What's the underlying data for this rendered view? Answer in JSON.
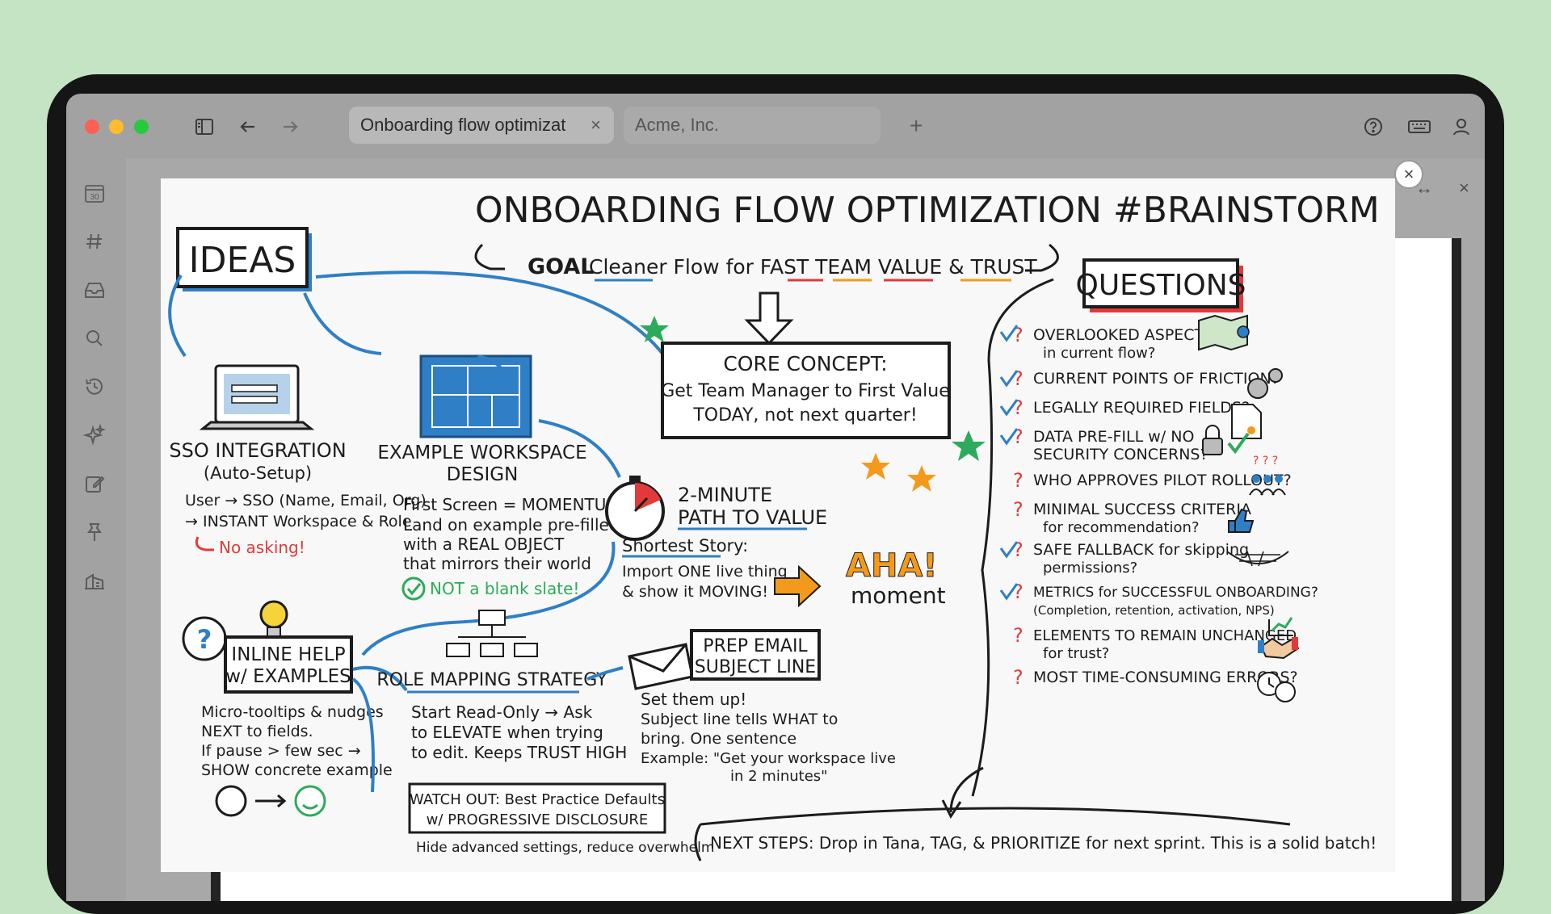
{
  "tabs": [
    {
      "label": "Onboarding flow optimizat",
      "active": true
    },
    {
      "label": "Acme, Inc.",
      "active": false
    }
  ],
  "board": {
    "title": "ONBOARDING FLOW OPTIMIZATION #BRAINSTORM",
    "goal": {
      "label": "GOAL",
      "text": "Cleaner Flow for FAST TEAM VALUE & TRUST"
    },
    "ideas_label": "IDEAS",
    "questions_label": "QUESTIONS",
    "core_concept": {
      "title": "CORE CONCEPT:",
      "line1": "Get Team Manager to First Value",
      "line2": "TODAY, not next quarter!"
    },
    "sso": {
      "title": "SSO INTEGRATION",
      "subtitle": "(Auto-Setup)",
      "line1": "User → SSO (Name, Email, Org)",
      "line2": "→ INSTANT Workspace & Role",
      "line3": "No asking!"
    },
    "workspace": {
      "title1": "EXAMPLE WORKSPACE",
      "title2": "DESIGN",
      "line1": "First Screen = MOMENTUM.",
      "line2": "Land on example pre-filled",
      "line3": "with a REAL OBJECT",
      "line4": "that mirrors their world",
      "line5": "NOT a blank slate!"
    },
    "two_minute": {
      "title1": "2-MINUTE",
      "title2": "PATH TO VALUE",
      "story": "Shortest Story:",
      "line1": "Import ONE live thing",
      "line2": "& show it MOVING!",
      "aha": "AHA!",
      "moment": "moment"
    },
    "inline_help": {
      "title1": "INLINE HELP",
      "title2": "w/ EXAMPLES",
      "line1": "Micro-tooltips & nudges",
      "line2": "NEXT to fields.",
      "line3": "If pause > few sec →",
      "line4": "SHOW concrete example"
    },
    "role_mapping": {
      "title": "ROLE MAPPING STRATEGY",
      "line1": "Start Read-Only → Ask",
      "line2": "to ELEVATE when trying",
      "line3": "to edit. Keeps TRUST HIGH"
    },
    "prep_email": {
      "title1": "PREP EMAIL",
      "title2": "SUBJECT LINE",
      "line1": "Set them up!",
      "line2": "Subject line tells WHAT to",
      "line3": "bring. One sentence",
      "line4": "Example: \"Get your workspace live",
      "line5": "in 2 minutes\""
    },
    "watch_out": {
      "line1": "WATCH OUT: Best Practice Defaults",
      "line2": "w/ PROGRESSIVE DISCLOSURE",
      "line3": "Hide advanced settings, reduce overwhelm"
    },
    "next_steps": "NEXT STEPS: Drop in Tana, TAG, & PRIORITIZE for next sprint. This is a solid batch!",
    "questions": [
      {
        "line1": "OVERLOOKED ASPECTS",
        "line2": "in current flow?",
        "checked": true
      },
      {
        "line1": "CURRENT POINTS OF FRICTION?",
        "line2": "",
        "checked": true
      },
      {
        "line1": "LEGALLY REQUIRED FIELDS?",
        "line2": "",
        "checked": true
      },
      {
        "line1": "DATA PRE-FILL w/ NO",
        "line2": "SECURITY CONCERNS?",
        "checked": true
      },
      {
        "line1": "WHO APPROVES PILOT ROLLOUT?",
        "line2": "",
        "checked": false
      },
      {
        "line1": "MINIMAL SUCCESS CRITERIA",
        "line2": "for recommendation?",
        "checked": false
      },
      {
        "line1": "SAFE FALLBACK for skipping",
        "line2": "permissions?",
        "checked": true
      },
      {
        "line1": "METRICS for SUCCESSFUL ONBOARDING?",
        "line2": "(Completion, retention, activation, NPS)",
        "checked": true
      },
      {
        "line1": "ELEMENTS TO REMAIN UNCHANGED",
        "line2": "for trust?",
        "checked": false
      },
      {
        "line1": "MOST TIME-CONSUMING ERRORS?",
        "line2": "",
        "checked": false
      }
    ]
  },
  "icons": {
    "sidebar": [
      "calendar-icon",
      "hash-icon",
      "inbox-icon",
      "search-icon",
      "history-icon",
      "sparkle-icon",
      "edit-icon",
      "pin-icon",
      "building-icon"
    ],
    "toolbar": [
      "sidebar-toggle-icon",
      "back-arrow-icon",
      "forward-arrow-icon",
      "help-icon",
      "keyboard-icon",
      "user-icon"
    ]
  },
  "colors": {
    "background": "#c4e4c3",
    "accent_blue": "#2f7fc6",
    "accent_red": "#e23a3a",
    "accent_orange": "#f39a1c",
    "accent_green": "#2eaa5c"
  }
}
